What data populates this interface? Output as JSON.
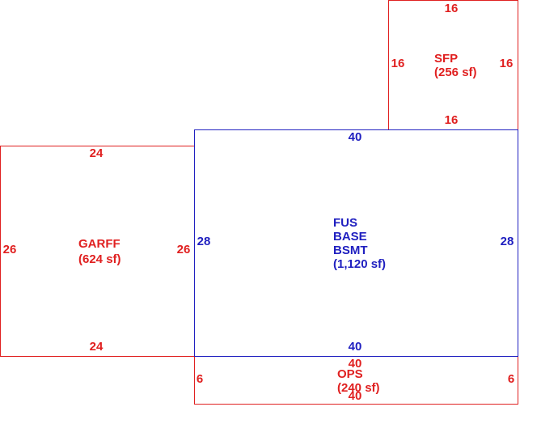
{
  "colors": {
    "main": "#2020c0",
    "addition": "#e02020"
  },
  "areas": {
    "sfp": {
      "label_lines": [
        "SFP",
        "(256 sf)"
      ],
      "dims": {
        "top": "16",
        "bottom": "16",
        "left": "16",
        "right": "16"
      }
    },
    "fus": {
      "label_lines": [
        "FUS",
        "BASE",
        "BSMT",
        "(1,120 sf)"
      ],
      "dims": {
        "top": "40",
        "bottom": "40",
        "left": "28",
        "right": "28"
      }
    },
    "garff": {
      "label_lines": [
        "GARFF",
        "(624 sf)"
      ],
      "dims": {
        "top": "24",
        "bottom": "24",
        "left": "26",
        "right": "26"
      }
    },
    "ops": {
      "label_lines": [
        "OPS",
        "(240 sf)"
      ],
      "dims": {
        "top": "40",
        "bottom": "40",
        "left": "6",
        "right": "6"
      }
    }
  }
}
